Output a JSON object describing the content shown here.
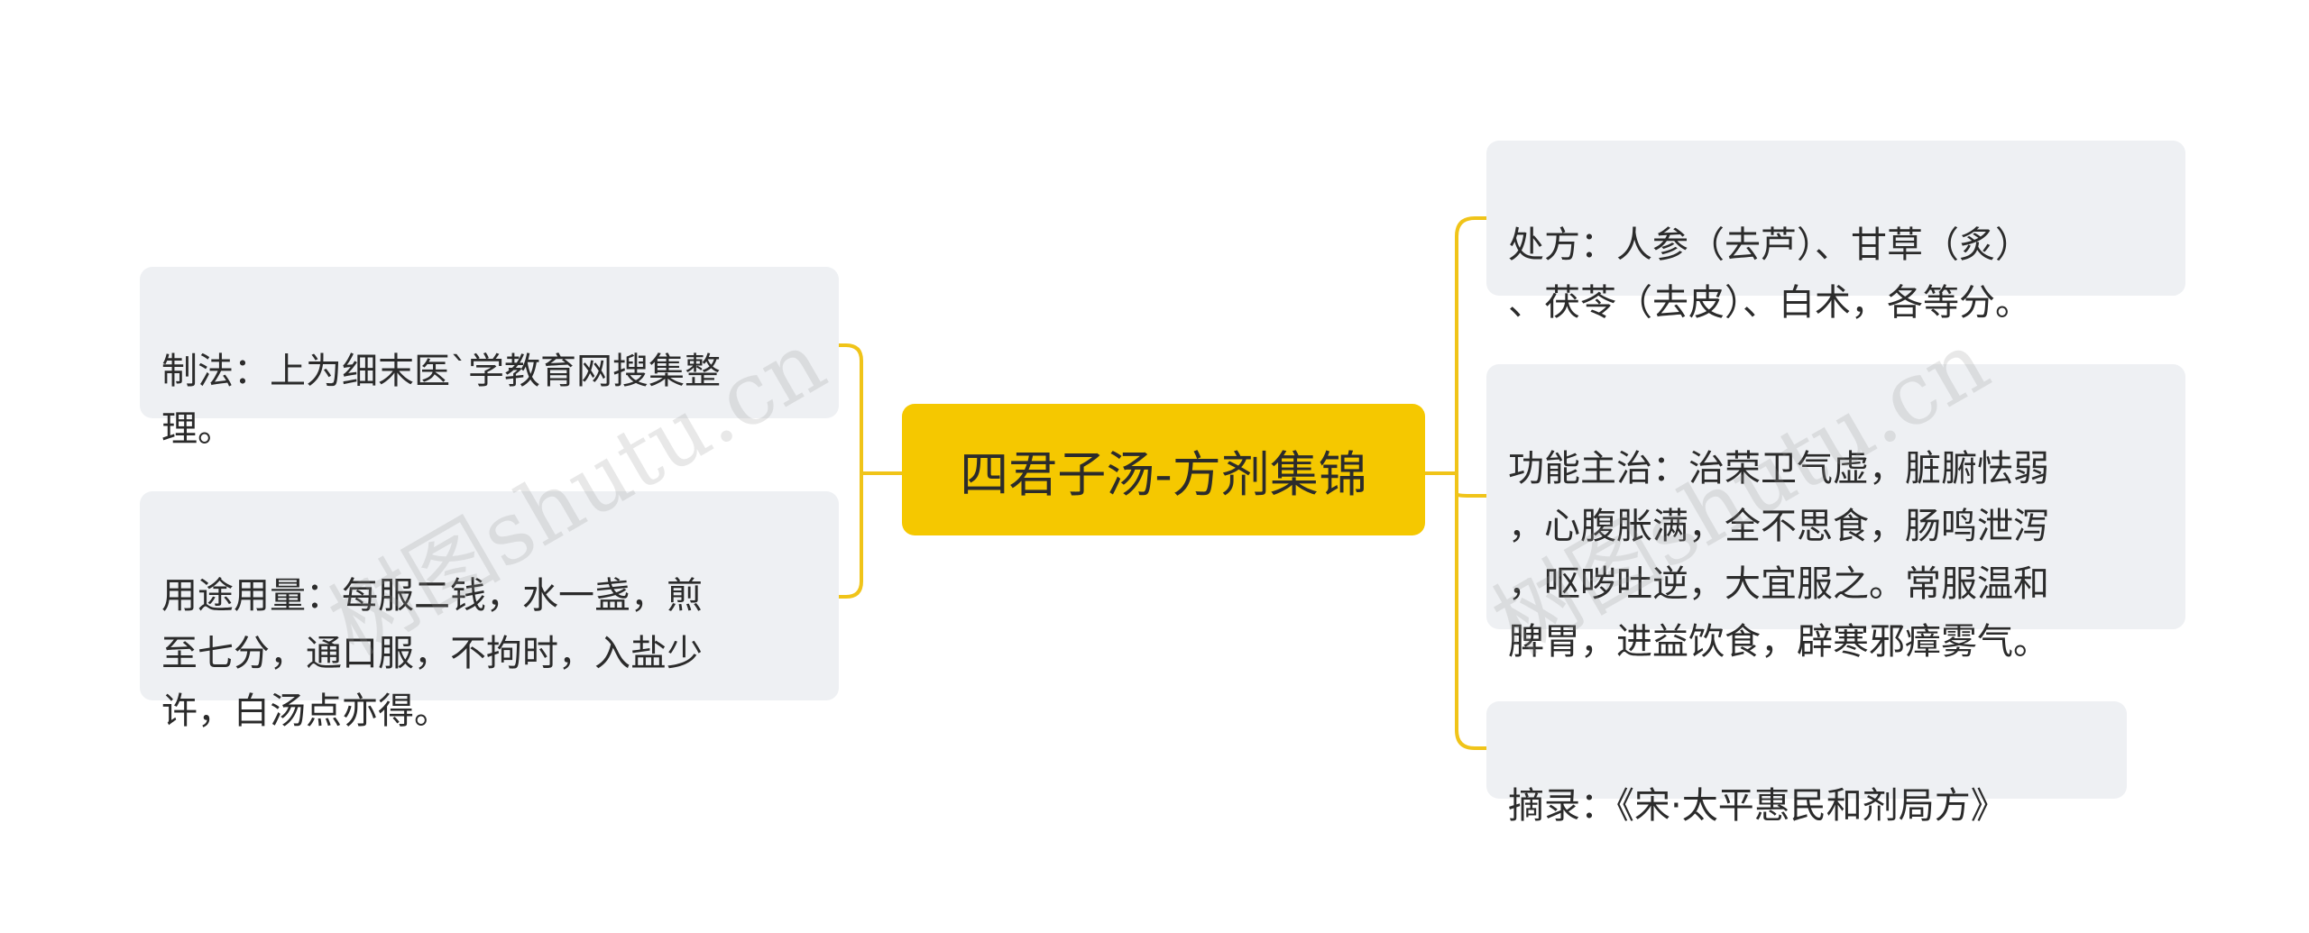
{
  "root": {
    "label": "四君子汤-方剂集锦"
  },
  "left_nodes": [
    {
      "text": "制法：上为细末医`学教育网搜集整\n理。"
    },
    {
      "text": "用途用量：每服二钱，水一盏，煎\n至七分，通口服，不拘时，入盐少\n许，白汤点亦得。"
    }
  ],
  "right_nodes": [
    {
      "text": "处方：人参（去芦）、甘草（炙）\n、茯苓（去皮）、白术，各等分。"
    },
    {
      "text": "功能主治：治荣卫气虚，脏腑怯弱\n，心腹胀满，全不思食，肠鸣泄泻\n，呕哕吐逆，大宜服之。常服温和\n脾胃，进益饮食，辟寒邪瘴雾气。"
    },
    {
      "text": "摘录：《宋·太平惠民和剂局方》"
    }
  ],
  "watermark": {
    "text": "树图shutu.cn"
  },
  "colors": {
    "accent": "#f5c800",
    "connector": "#f0c419",
    "node_bg": "#eef0f3"
  }
}
